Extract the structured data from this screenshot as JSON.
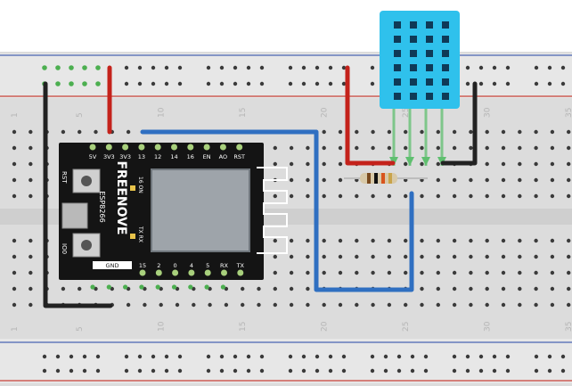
{
  "breadboard": {
    "column_numbers_top": [
      "1",
      "5",
      "10",
      "15",
      "20",
      "25",
      "30",
      "35"
    ],
    "column_numbers_bottom": [
      "1",
      "5",
      "10",
      "15",
      "20",
      "25",
      "30",
      "35"
    ]
  },
  "module": {
    "brand": "FREENOVE",
    "chip_label": "ESP8266",
    "top_pins": [
      "5V",
      "3V3",
      "3V3",
      "13",
      "12",
      "14",
      "16",
      "EN",
      "AO",
      "RST"
    ],
    "bottom_pins": [
      "GND",
      "15",
      "2",
      "0",
      "4",
      "5",
      "RX",
      "TX"
    ],
    "button_top_label": "RST",
    "button_bottom_label": "IO0",
    "led_label_on": "16\nON",
    "led_label_txrx": "TX\nRX",
    "colors": {
      "board": "#141414",
      "header_pin": "#a8d07c",
      "module_can": "#9ea4aa",
      "antenna": "#ffffff"
    }
  },
  "sensor": {
    "name_icon": "dht11-sensor-icon",
    "color": "#2fc1ec"
  },
  "resistor": {
    "bands": [
      "#7a4a1e",
      "#111111",
      "#d8541e",
      "#c9a44a"
    ]
  },
  "wires": {
    "colors": {
      "red": "#c4221b",
      "black": "#222222",
      "blue": "#2f6fc1"
    }
  }
}
